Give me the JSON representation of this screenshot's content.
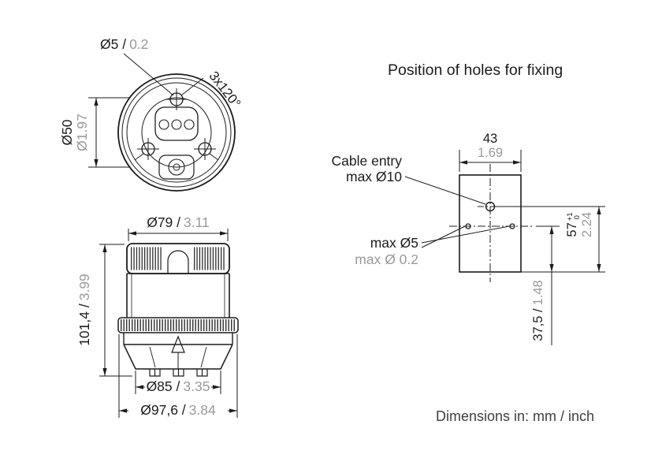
{
  "colors": {
    "ink": "#1c1c1c",
    "inch_gray": "#9a9a9a"
  },
  "title": "Position of holes for fixing",
  "footer": "Dimensions in: mm / inch",
  "top_view": {
    "hole_dia_mm": "Ø5 /",
    "hole_dia_inch": "0.2",
    "body_dia_mm": "Ø50",
    "body_dia_inch": "Ø1.97",
    "pattern_angle": "3x120°"
  },
  "front_view": {
    "top_dia_mm": "Ø79 /",
    "top_dia_inch": "3.11",
    "height_mm": "101,4 /",
    "height_inch": "3.99",
    "base_dia_mm": "Ø85 /",
    "base_dia_inch": "3.35",
    "max_dia_mm": "Ø97,6 /",
    "max_dia_inch": "3.84"
  },
  "fixing": {
    "cable_entry_1": "Cable entry",
    "cable_entry_2": "max Ø10",
    "hole_max_mm": "max Ø5",
    "hole_max_inch": "max Ø 0.2",
    "width_mm": "43",
    "width_inch": "1.69",
    "height_mm": "57",
    "tol_upper": "+1",
    "tol_lower": "0",
    "height_inch": "2.24",
    "offset_mm": "37,5 /",
    "offset_inch": "1.48"
  }
}
